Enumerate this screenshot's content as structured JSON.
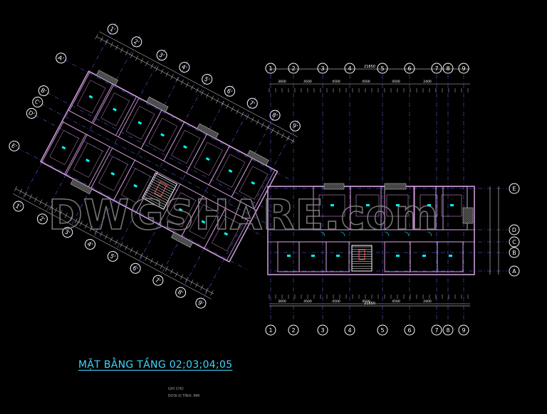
{
  "title": "MẶT BẰNG TẦNG 02;03;04;05",
  "watermark": "DWGSHARE.com",
  "notes": [
    "GHI CHÚ",
    "ĐƠN VỊ TÍNH: MM"
  ],
  "colors": {
    "background": "#000000",
    "grid": "#ffffff",
    "walls": "#c89ad8",
    "rooms": "#e8a8f0",
    "fixtures": "#00ffff",
    "dims": "#ffffff",
    "stair": "#ffffff",
    "title": "#3fd6ff",
    "axisMarker": "#ffffff"
  },
  "right_wing": {
    "grid_numbers_top": [
      "1",
      "2",
      "3",
      "4",
      "5",
      "6",
      "7",
      "8",
      "9"
    ],
    "grid_numbers_bottom": [
      "1",
      "2",
      "3",
      "4",
      "5",
      "6",
      "7",
      "8",
      "9"
    ],
    "grid_letters": [
      "E",
      "D",
      "C",
      "B",
      "A"
    ],
    "top_total": "21850",
    "top_dims": [
      "3600",
      "4500",
      "4500",
      "4500",
      "4500",
      "2400"
    ],
    "bottom_total": "21850",
    "bottom_dims": [
      "3600",
      "4500",
      "4500",
      "4500",
      "4500",
      "2400"
    ]
  },
  "left_wing": {
    "grid_numbers": [
      "1'",
      "2'",
      "3'",
      "4'",
      "5'",
      "6'",
      "7'",
      "8'",
      "9'"
    ],
    "grid_letters": [
      "A'",
      "B'",
      "C'",
      "D'",
      "E'"
    ]
  }
}
